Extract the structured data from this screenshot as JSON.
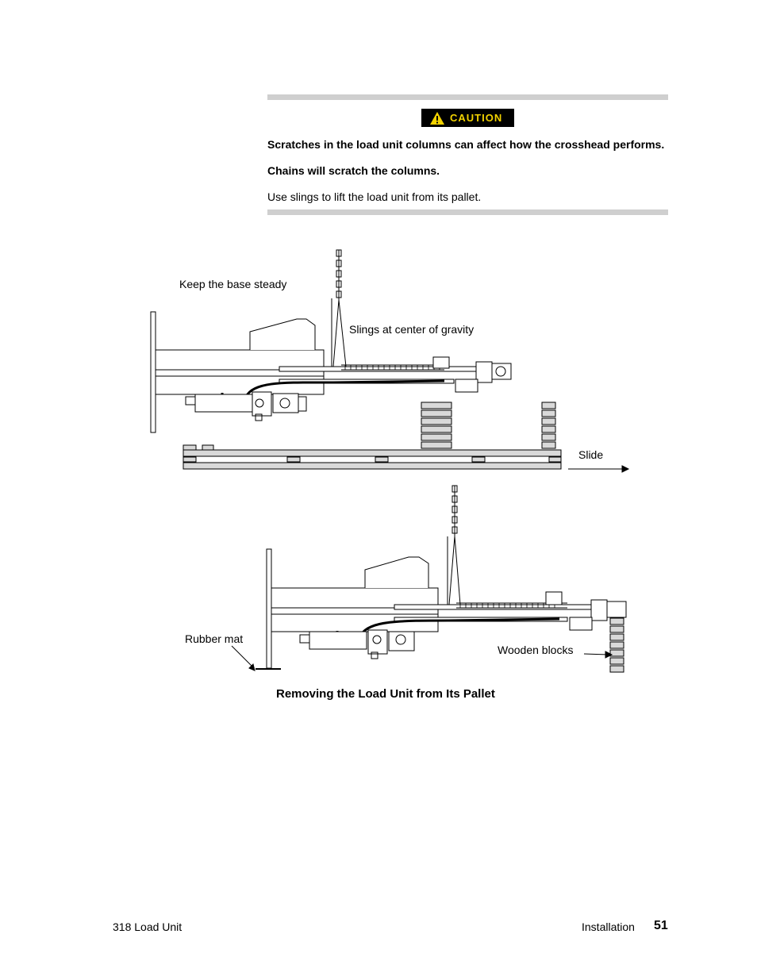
{
  "caution": {
    "label": "CAUTION",
    "line1": "Scratches in the load unit columns can affect how the crosshead performs.",
    "line2": "Chains will scratch the columns.",
    "line3": "Use slings to lift the load unit from its pallet."
  },
  "figure": {
    "callouts": {
      "keep_base": "Keep the base steady",
      "slings": "Slings at center of gravity",
      "slide": "Slide",
      "rubber_mat": "Rubber mat",
      "wooden_blocks": "Wooden blocks"
    },
    "caption": "Removing the Load Unit from Its Pallet"
  },
  "footer": {
    "left": "318 Load Unit",
    "section": "Installation",
    "page": "51"
  },
  "colors": {
    "caution_bg": "#000000",
    "caution_text": "#f2d200",
    "rule": "#cfcfcf",
    "pallet_fill": "#d9d9d9"
  }
}
